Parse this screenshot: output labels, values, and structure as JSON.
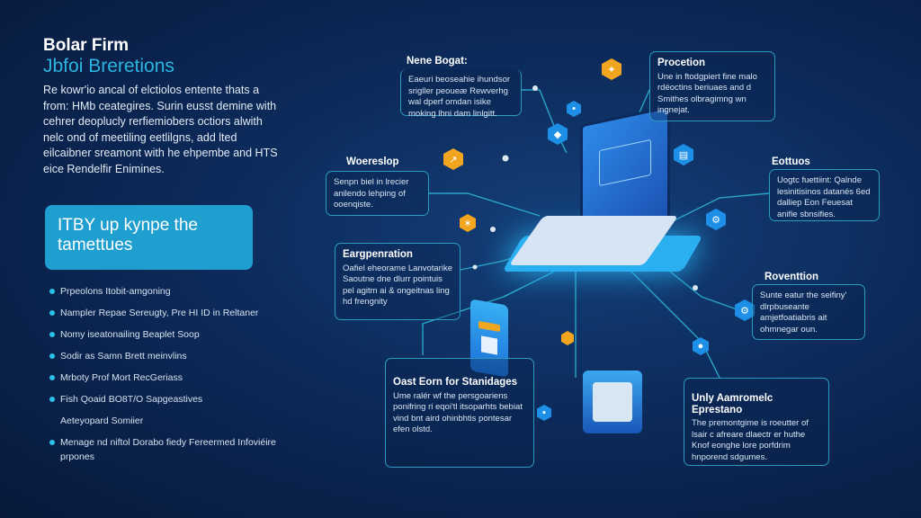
{
  "header": {
    "title": "Bolar Firm",
    "subtitle": "Jbfoi Breretions",
    "paragraph": "Re kowr'io ancal of elctiolos entente thats a from: HMb ceategires. Surin eusst demine with cehrer deoplucly rerfiemiobers octiors alwith nelc ond of meetiling eetlilgns, add lted eilcaibner sreamont with he ehpembe and HTS eice Rendelfir Enimines."
  },
  "cta": {
    "label": "ITBY up kynpe the tamettues"
  },
  "bullets": [
    {
      "text": "Prpeolons Itobit-amgoning",
      "dot": true
    },
    {
      "text": "Nampler Repae Sereugty, Pre HI ID in Reltaner",
      "dot": true
    },
    {
      "text": "Nomy iseatonailing Beaplet Soop",
      "dot": true
    },
    {
      "text": "Sodir as Samn Brett meinvlins",
      "dot": true
    },
    {
      "text": "Mrboty Prof Mort RecGeriass",
      "dot": true
    },
    {
      "text": "Fish Qoaid BO8T/O Sapgeastives",
      "dot": true
    },
    {
      "text": "Aeteyopard Somiier",
      "dot": false
    },
    {
      "text": "Menage nd niftol Dorabo fiedy Fereermed Infoviéire prpones",
      "dot": true
    }
  ],
  "callouts": {
    "nonebogat": {
      "title": "Nene Bogat:",
      "text": "Eaeuri beoseahie ihundsor srigller peoueæ Rewverhg wal dperf omdan isike moking lhni dam linlgitt."
    },
    "procetion": {
      "title": "Procetion",
      "text": "Une in ftodgpiert fine malo rdéoctins beriuaes and d Smithes olbragimng wn ingnejat."
    },
    "woereslop": {
      "title": "Woereslop",
      "text": "Senpn biel in lrecier anilendo lehping of ooenqiste."
    },
    "eottuos": {
      "title": "Eottuos",
      "text": "Uogtc fuettiint: Qalnde lesinitisinos datanés 6ed dalliep Eon Feuesat anifie sbnsifies."
    },
    "eargpenration": {
      "title": "Eargpenration",
      "text": "Oafiel eheorame Lanvotarike Saoutne dne dlurr pointuis pel agitm ai & ongeitnas ling hd frengnity"
    },
    "oast": {
      "title": "Oast Eorn for Stanidages",
      "text": "Ume ralér wf the persgoariens ponifring ri eqoi'tl itsoparhts bebiat vind bnt aird ohinbhtis pontesar efen olstd."
    },
    "roventtion": {
      "title": "Roventtion",
      "text": "Sunte eatur the seifiny' dlrpbuseante amjetfoatiabris ait ohmnegar oun."
    },
    "unity": {
      "title": "Unly Aamromelc Eprestano",
      "text": "The premontgime is roeutter of lsair c afreare dlaectr er huthe Knof eonghe lore porfdrim hnporend sdgumes."
    }
  },
  "colors": {
    "accent": "#2bb5e0",
    "box_border": "#2a9cc0",
    "icon_orange": "#f2a51e",
    "icon_blue": "#1e8fe6"
  }
}
